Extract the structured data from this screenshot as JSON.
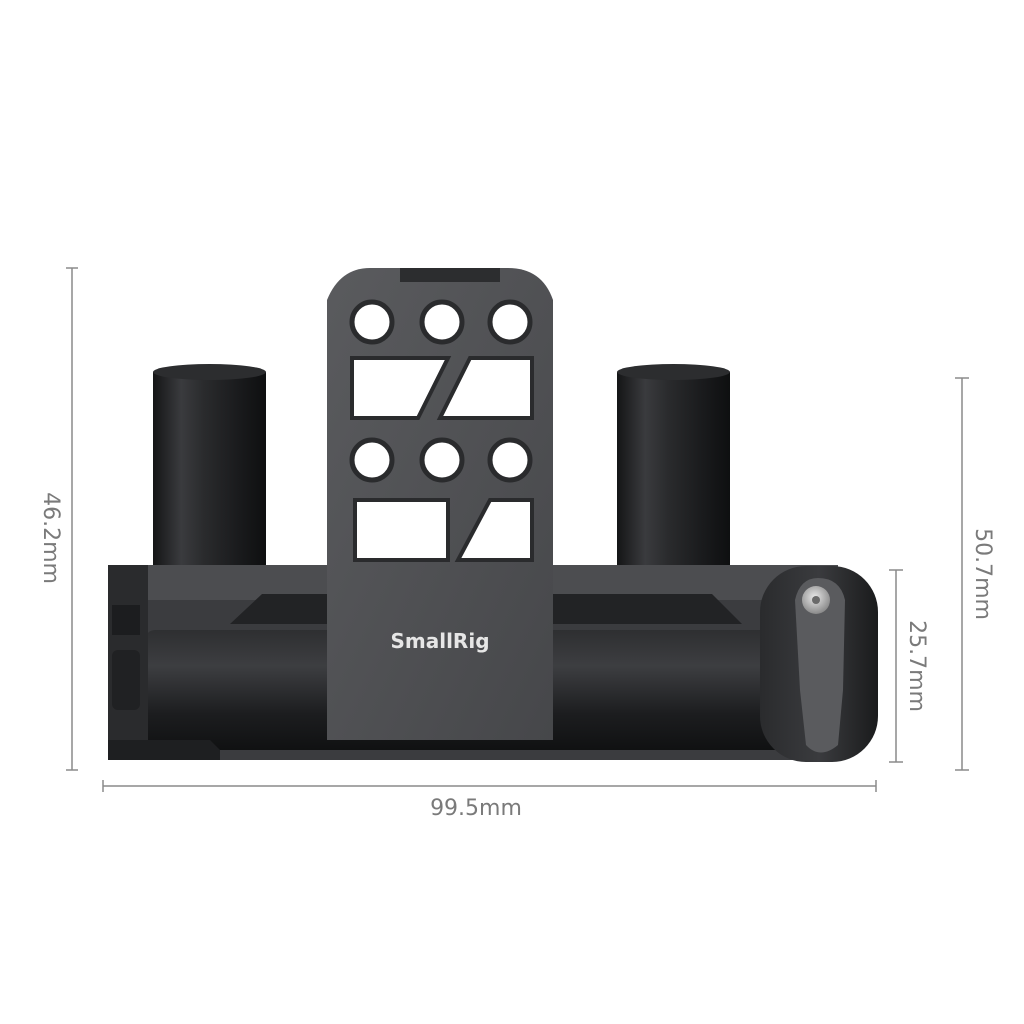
{
  "product": {
    "brand_text": "SmallRig"
  },
  "dimensions": {
    "total_height": "46.2mm",
    "width": "99.5mm",
    "rod_height": "50.7mm",
    "clamp_height": "25.7mm"
  },
  "colors": {
    "body_metal": "#4a4b4d",
    "rod_black": "#222325",
    "dimension_line": "#8a8a8a",
    "dimension_text": "#7a7a7a",
    "background": "#ffffff"
  }
}
